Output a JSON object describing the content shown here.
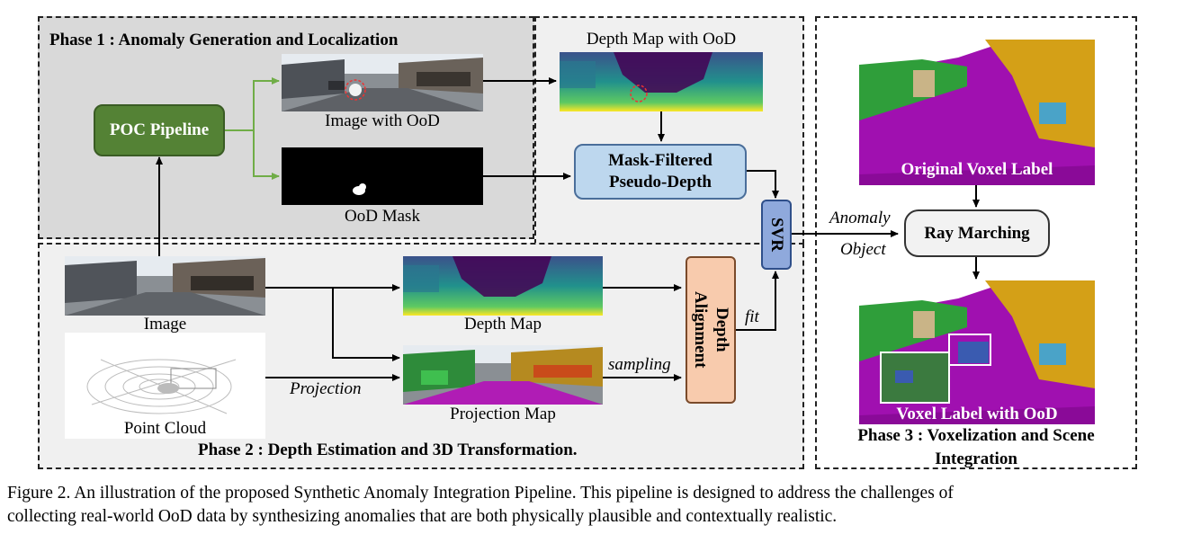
{
  "phase1": {
    "title": "Phase 1 : Anomaly Generation and Localization"
  },
  "phase2": {
    "title": "Phase 2 : Depth Estimation and 3D Transformation."
  },
  "phase3": {
    "title_line1": "Phase 3 : Voxelization and Scene",
    "title_line2": "Integration"
  },
  "nodes": {
    "poc_pipeline": "POC Pipeline",
    "mask_filtered_line1": "Mask-Filtered",
    "mask_filtered_line2": "Pseudo-Depth",
    "svr": "SVR",
    "depth_alignment_line1": "Depth",
    "depth_alignment_line2": "Alignment",
    "ray_marching": "Ray Marching"
  },
  "image_labels": {
    "image_with_ood": "Image with OoD",
    "ood_mask": "OoD Mask",
    "depth_map_with_ood": "Depth Map with OoD",
    "image": "Image",
    "point_cloud": "Point Cloud",
    "depth_map": "Depth Map",
    "projection_map": "Projection Map",
    "original_voxel_label": "Original Voxel Label",
    "voxel_label_with_ood": "Voxel Label with OoD"
  },
  "edge_labels": {
    "projection": "Projection",
    "sampling": "sampling",
    "fit": "fit",
    "anomaly": "Anomaly",
    "object": "Object"
  },
  "caption": {
    "line1": "Figure 2.  An illustration of the proposed Synthetic Anomaly Integration Pipeline.  This pipeline is designed to address the challenges of",
    "line2": "collecting real-world OoD data by synthesizing anomalies that are both physically plausible and contextually realistic."
  },
  "colors": {
    "poc": "#548235",
    "arrow_green": "#70ad47",
    "mask_filtered": "#bdd7ee",
    "svr": "#8fa9dc",
    "depth_alignment": "#f8cbad",
    "voxel_magenta": "#a010b0"
  }
}
